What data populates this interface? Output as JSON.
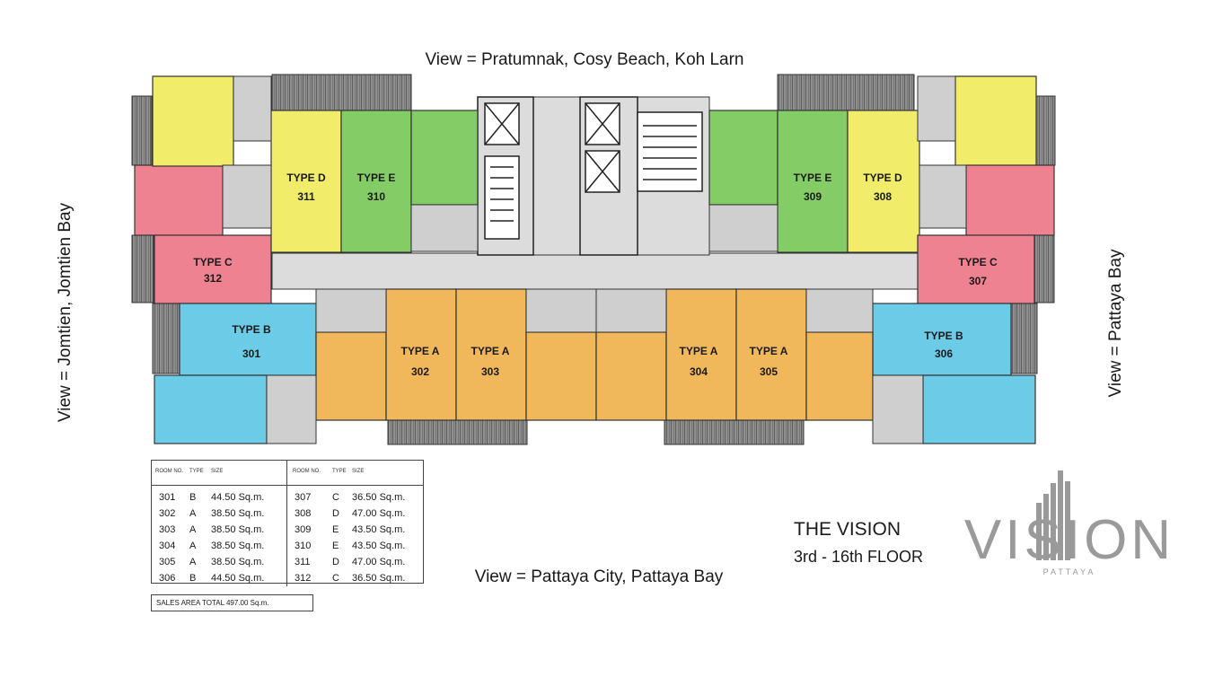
{
  "views": {
    "north": "View = Pratumnak, Cosy Beach, Koh Larn",
    "south": "View = Pattaya City, Pattaya Bay",
    "west": "View = Jomtien, Jomtien Bay",
    "east": "View = Pattaya Bay"
  },
  "colors": {
    "type_a": "#f0b85a",
    "type_b": "#6ccbe7",
    "type_c": "#ef8290",
    "type_d": "#f1ec6a",
    "type_e": "#84cd66",
    "corridor": "#dcdcdc",
    "balcony": "#9a9a9a",
    "wall": "#333333"
  },
  "units": [
    {
      "type": "TYPE B",
      "no": "301"
    },
    {
      "type": "TYPE A",
      "no": "302"
    },
    {
      "type": "TYPE A",
      "no": "303"
    },
    {
      "type": "TYPE A",
      "no": "304"
    },
    {
      "type": "TYPE A",
      "no": "305"
    },
    {
      "type": "TYPE B",
      "no": "306"
    },
    {
      "type": "TYPE C",
      "no": "307"
    },
    {
      "type": "TYPE D",
      "no": "308"
    },
    {
      "type": "TYPE E",
      "no": "309"
    },
    {
      "type": "TYPE E",
      "no": "310"
    },
    {
      "type": "TYPE D",
      "no": "311"
    },
    {
      "type": "TYPE C",
      "no": "312"
    }
  ],
  "table": {
    "headers": [
      "ROOM NO.",
      "TYPE",
      "SIZE",
      "ROOM NO.",
      "TYPE",
      "SIZE"
    ],
    "rows": [
      [
        "301",
        "B",
        "44.50 Sq.m.",
        "307",
        "C",
        "36.50 Sq.m."
      ],
      [
        "302",
        "A",
        "38.50 Sq.m.",
        "308",
        "D",
        "47.00 Sq.m."
      ],
      [
        "303",
        "A",
        "38.50 Sq.m.",
        "309",
        "E",
        "43.50 Sq.m."
      ],
      [
        "304",
        "A",
        "38.50 Sq.m.",
        "310",
        "E",
        "43.50 Sq.m."
      ],
      [
        "305",
        "A",
        "38.50 Sq.m.",
        "311",
        "D",
        "47.00 Sq.m."
      ],
      [
        "306",
        "B",
        "44.50 Sq.m.",
        "312",
        "C",
        "36.50 Sq.m."
      ]
    ],
    "total": "SALES AREA TOTAL 497.00 Sq.m."
  },
  "title": {
    "name": "THE VISION",
    "floors": "3rd - 16th FLOOR"
  },
  "logo": {
    "word": "VISION",
    "sub": "PATTAYA"
  }
}
